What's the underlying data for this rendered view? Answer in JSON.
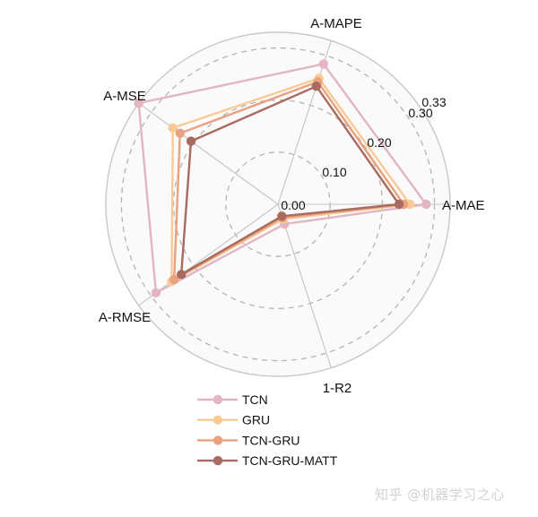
{
  "chart_data": {
    "type": "radar",
    "title": "",
    "categories": [
      "A-MAE",
      "A-MAPE",
      "A-MSE",
      "A-RMSE",
      "1-R2"
    ],
    "axis_angles_deg": [
      0,
      72,
      144,
      216,
      288
    ],
    "radial_range": [
      0.0,
      0.33
    ],
    "radial_ticks": [
      0.0,
      0.1,
      0.2,
      0.3,
      0.33
    ],
    "radial_tick_labels": [
      "0.00",
      "0.10",
      "0.20",
      "0.30",
      "0.33"
    ],
    "grid": true,
    "legend_position": "bottom",
    "series": [
      {
        "name": "TCN",
        "color": "#E2B5C1",
        "values": [
          0.284,
          0.283,
          0.33,
          0.289,
          0.04
        ]
      },
      {
        "name": "GRU",
        "color": "#F8CA96",
        "values": [
          0.253,
          0.254,
          0.249,
          0.252,
          0.03
        ]
      },
      {
        "name": "TCN-GRU",
        "color": "#E9A17F",
        "values": [
          0.241,
          0.247,
          0.232,
          0.246,
          0.027
        ]
      },
      {
        "name": "TCN-GRU-MATT",
        "color": "#A96B5F",
        "values": [
          0.232,
          0.238,
          0.206,
          0.229,
          0.024
        ]
      }
    ]
  },
  "legend": {
    "items": [
      {
        "label": "TCN"
      },
      {
        "label": "GRU"
      },
      {
        "label": "TCN-GRU"
      },
      {
        "label": "TCN-GRU-MATT"
      }
    ]
  },
  "watermark": {
    "text": "知乎 @机器学习之心"
  }
}
